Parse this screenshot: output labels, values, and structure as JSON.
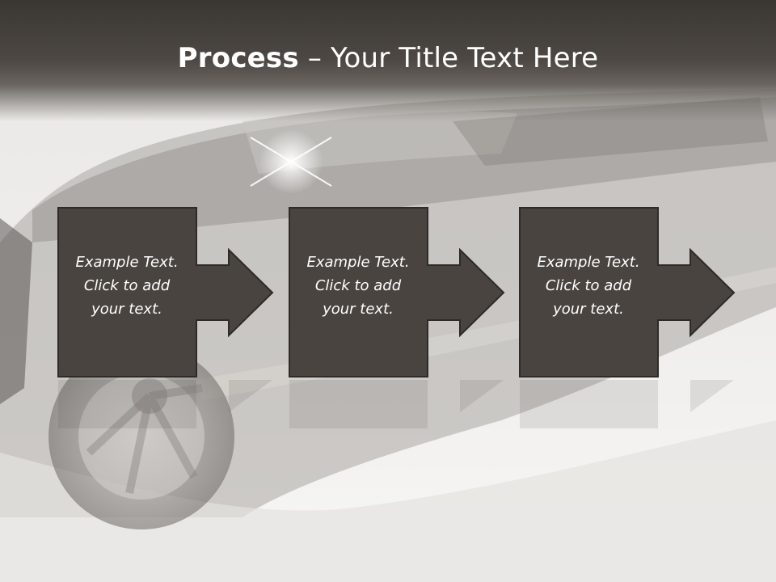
{
  "slide": {
    "title_bold": "Process",
    "title_dash": " – ",
    "title_rest": "Your Title Text Here"
  },
  "steps": [
    {
      "line1": "Example Text.",
      "line2": "Click  to add",
      "line3": "your text."
    },
    {
      "line1": "Example Text.",
      "line2": "Click  to add",
      "line3": "your text."
    },
    {
      "line1": "Example Text.",
      "line2": "Click  to add",
      "line3": "your text."
    }
  ],
  "colors": {
    "title_bar": "#3a3632",
    "box_fill": "#4a4440",
    "box_stroke": "#2e2a27",
    "text": "#ffffff"
  }
}
